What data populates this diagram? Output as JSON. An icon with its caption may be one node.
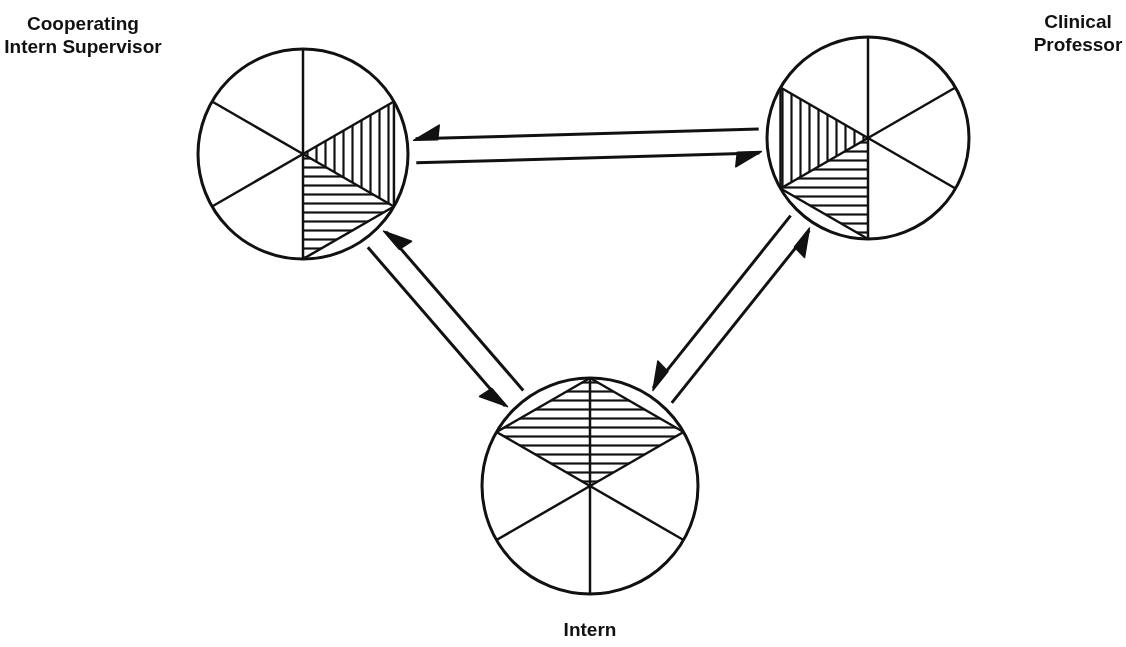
{
  "diagram": {
    "nodes": [
      {
        "text": [
          "Cooperating Intern Supervisor"
        ]
      },
      {
        "text": [
          "Clinical Professor"
        ]
      },
      {
        "text": [
          "Intern"
        ]
      }
    ],
    "edges": [
      {
        "from": 1,
        "to": 0,
        "arrow": "to"
      },
      {
        "from": 0,
        "to": 1,
        "arrow": "to"
      },
      {
        "from": 0,
        "to": 2,
        "arrow": "to"
      },
      {
        "from": 2,
        "to": 0,
        "arrow": "to"
      },
      {
        "from": 1,
        "to": 2,
        "arrow": "to"
      },
      {
        "from": 2,
        "to": 1,
        "arrow": "to"
      }
    ]
  }
}
